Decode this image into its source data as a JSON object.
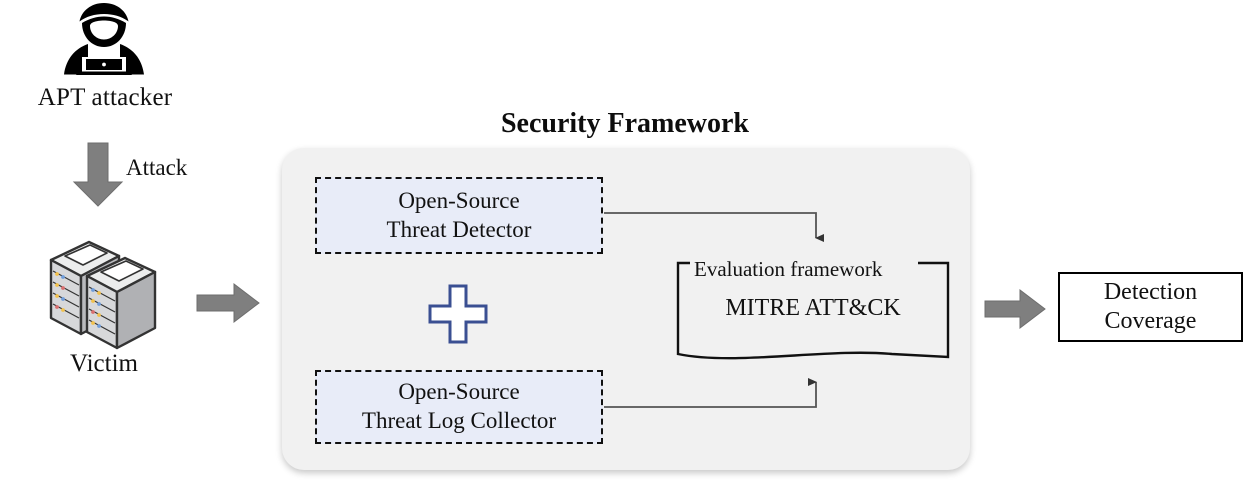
{
  "diagram": {
    "title": "Security Framework"
  },
  "attacker": {
    "icon": "hacker-icon",
    "label": "APT attacker"
  },
  "attack_flow": {
    "arrow_icon": "down-arrow-icon",
    "label": "Attack"
  },
  "victim": {
    "icon": "server-rack-icon",
    "label": "Victim"
  },
  "ingress": {
    "arrow_icon": "right-arrow-icon"
  },
  "modules": [
    {
      "id": "threat-detector",
      "label": "Open-Source\nThreat Detector"
    },
    {
      "id": "threat-log-collector",
      "label": "Open-Source\nThreat Log Collector"
    }
  ],
  "combiner": {
    "icon": "plus-icon"
  },
  "evaluation": {
    "legend": "Evaluation framework",
    "body": "MITRE ATT&CK"
  },
  "egress": {
    "arrow_icon": "right-arrow-icon"
  },
  "output": {
    "label": "Detection\nCoverage"
  },
  "colors": {
    "panel_background": "#f1f1f1",
    "module_fill": "#e8ecf8",
    "module_border": "#111111",
    "arrow_gray": "#808080",
    "plus_outline": "#3a4f92",
    "text": "#111111",
    "page_background": "#ffffff"
  }
}
